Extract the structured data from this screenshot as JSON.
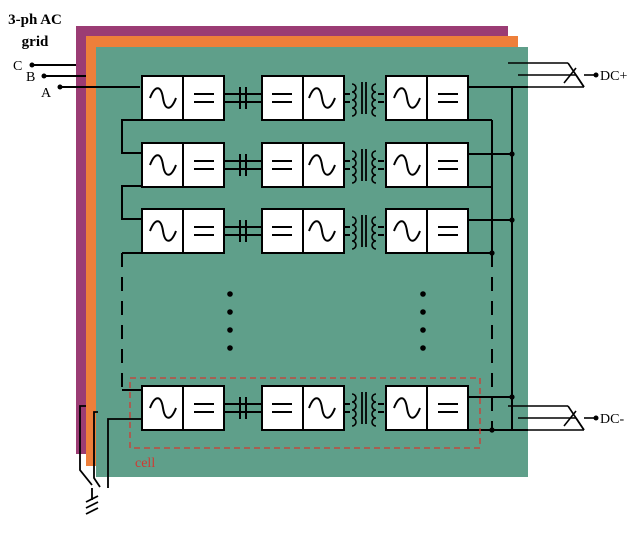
{
  "title": {
    "line1": "3-ph AC",
    "line2": "grid"
  },
  "phases": [
    "C",
    "B",
    "A"
  ],
  "terminals": {
    "dc_plus": "DC+",
    "dc_minus": "DC-"
  },
  "cell_label": "cell",
  "colors": {
    "phase_c_panel": "#9b3c74",
    "phase_b_panel": "#ee7f3a",
    "phase_a_panel": "#5f9f8a",
    "cell_outline": "#d03a32",
    "cell_text": "#d03a32",
    "wire": "#000000"
  }
}
